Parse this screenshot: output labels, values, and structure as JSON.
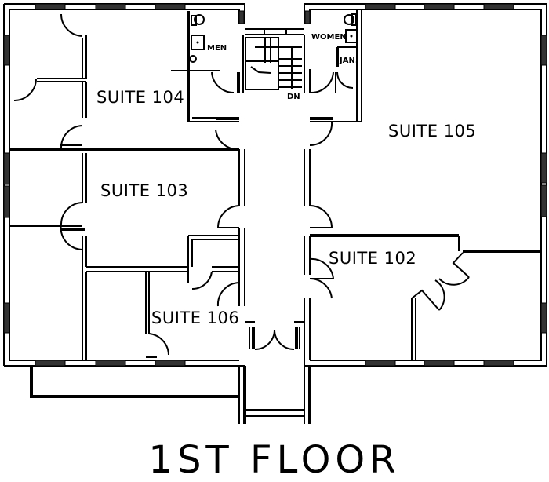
{
  "plan": {
    "title": "1ST FLOOR",
    "rooms": [
      {
        "id": "suite-104",
        "label": "SUITE 104"
      },
      {
        "id": "suite-105",
        "label": "SUITE 105"
      },
      {
        "id": "suite-103",
        "label": "SUITE 103"
      },
      {
        "id": "suite-102",
        "label": "SUITE 102"
      },
      {
        "id": "suite-106",
        "label": "SUITE 106"
      }
    ],
    "facilities": {
      "men": "MEN",
      "women": "WOMEN",
      "janitor": "JAN.",
      "stair_down": "DN"
    },
    "colors": {
      "line": "#000000",
      "window": "#333333",
      "background": "#ffffff"
    }
  }
}
